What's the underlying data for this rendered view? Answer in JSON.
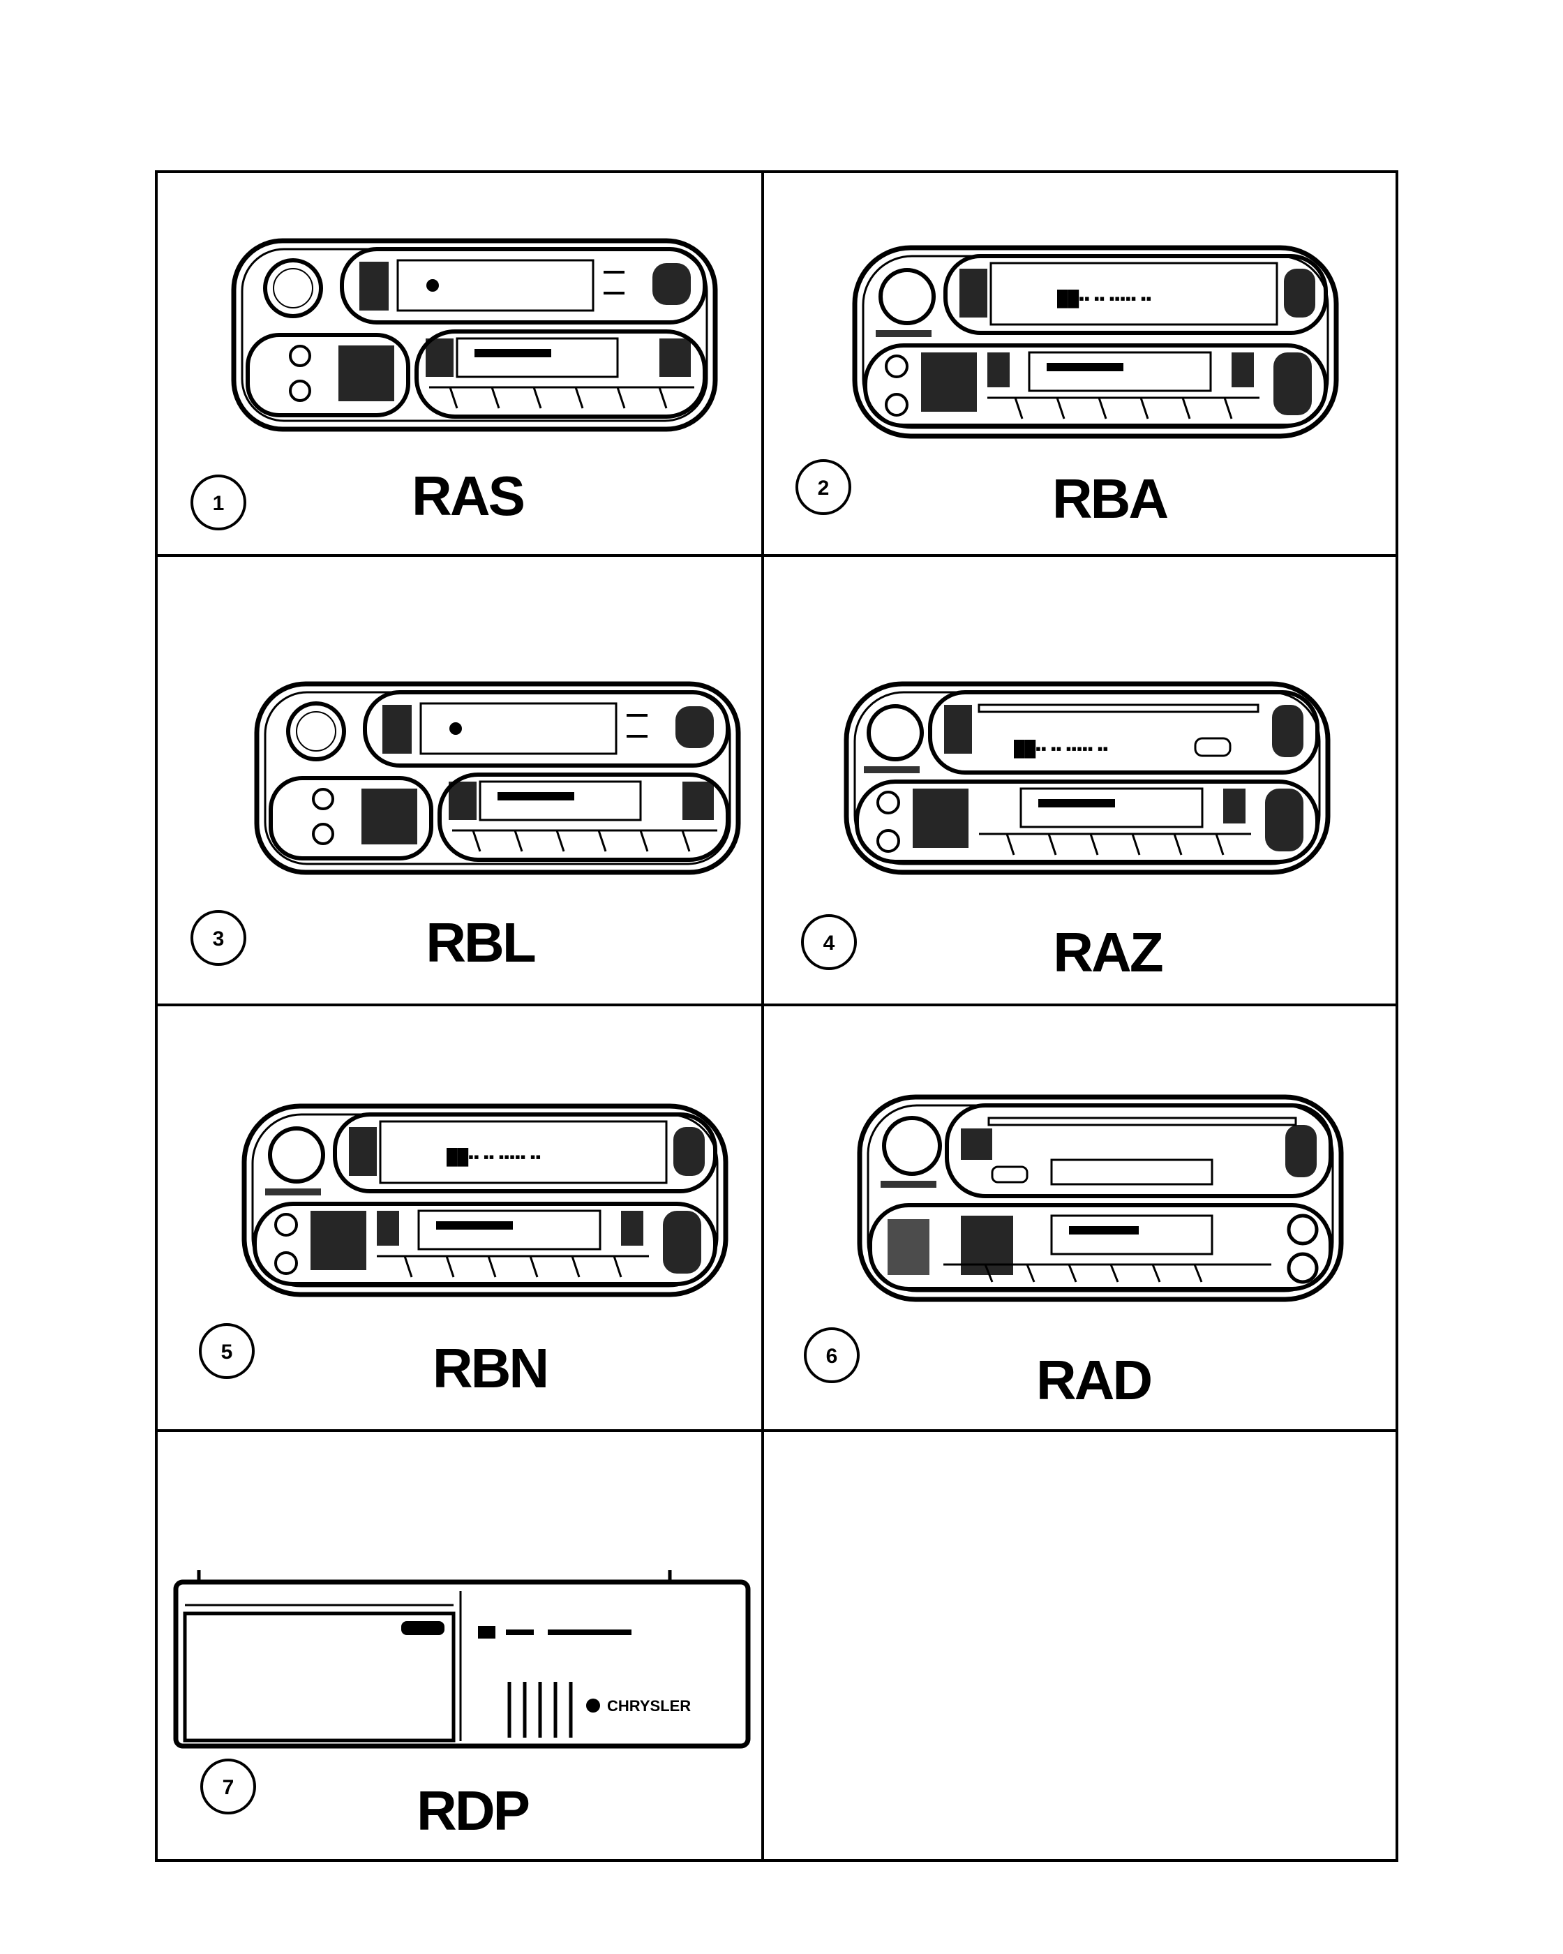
{
  "panels": [
    {
      "number": "1",
      "code": "RAS",
      "variant": "tape-plain"
    },
    {
      "number": "2",
      "code": "RBA",
      "variant": "tape-display"
    },
    {
      "number": "3",
      "code": "RBL",
      "variant": "tape-plain"
    },
    {
      "number": "4",
      "code": "RAZ",
      "variant": "cd-display"
    },
    {
      "number": "5",
      "code": "RBN",
      "variant": "tape-display"
    },
    {
      "number": "6",
      "code": "RAD",
      "variant": "cd-plain"
    },
    {
      "number": "7",
      "code": "RDP",
      "variant": "cd-changer",
      "brand": "CHRYSLER"
    }
  ],
  "colors": {
    "line": "#000000",
    "background": "#ffffff"
  }
}
